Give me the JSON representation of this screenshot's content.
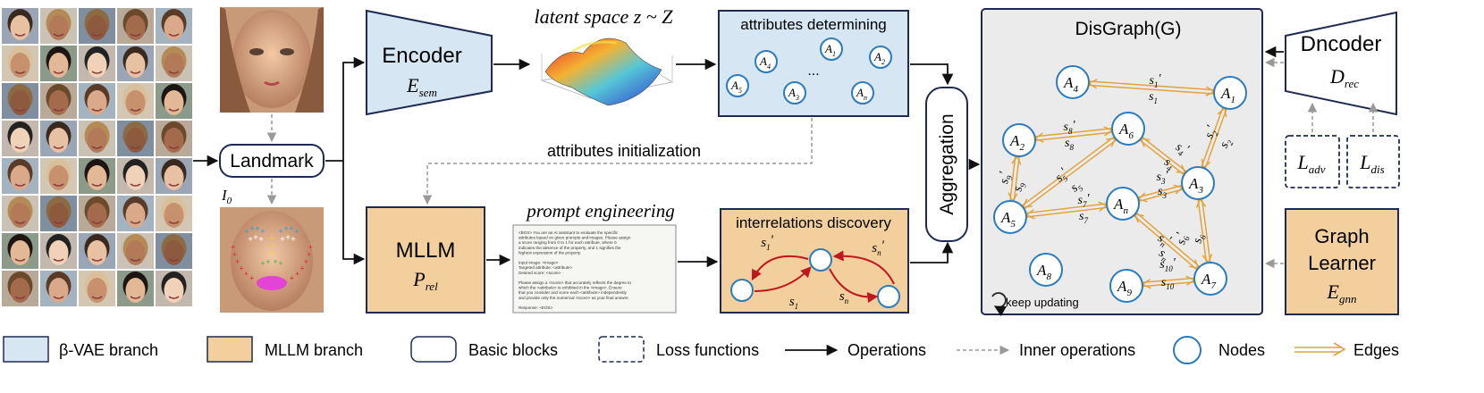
{
  "faces_label": "I",
  "faces_label_sub": "0",
  "landmark_label": "Landmark",
  "encoder": {
    "title": "Encoder",
    "symbol": "E",
    "symbol_sub": "sem"
  },
  "latent": {
    "caption": "latent space  z ~ Z"
  },
  "attributes_box": {
    "title": "attributes determining",
    "nodes": [
      "A1",
      "A2",
      "A4",
      "A5",
      "A3",
      "An"
    ],
    "ellipsis": "..."
  },
  "attr_init_label": "attributes initialization",
  "mllm": {
    "title": "MLLM",
    "symbol": "P",
    "symbol_sub": "rel"
  },
  "prompt": {
    "caption": "prompt engineering",
    "lines": [
      "<BOS> You are an AI assistant to evaluate the specific",
      "attributes based on given prompts and images. Please assign",
      "a score ranging from 0 to 1 for each attribute, where 0",
      "indicates the absence of the property, and 1 signifies the",
      "highest expression of the property.",
      "",
      "Input image: <image>",
      "Targeted attribute: <attribute>",
      "Desired score: <score>",
      "",
      "Please assign a <score> that accurately reflects the degree to",
      "which the <attribute> is exhibited in the <image>. Ensure",
      "that you consider and score each <attribute> independently",
      "and provide only the numerical <score> as your final answer.",
      "",
      "Response: <EOS>"
    ]
  },
  "interrelations": {
    "title": "interrelations  discovery",
    "labels": [
      "s1'",
      "s1",
      "sn'",
      "sn"
    ]
  },
  "aggregation_label": "Aggregation",
  "disgraph": {
    "title": "DisGraph(G)",
    "keep_updating": "keep updating",
    "nodes": [
      "A4",
      "A1",
      "A6",
      "A2",
      "A3",
      "An",
      "A5",
      "A7",
      "A8",
      "A9"
    ],
    "edge_labels": [
      "s1'",
      "s1",
      "s8'",
      "s8",
      "s2'",
      "s2",
      "s4'",
      "s4",
      "s9'",
      "s9",
      "s5'",
      "s5",
      "s3'",
      "s3",
      "s7'",
      "s7",
      "sn'",
      "sn",
      "s6'",
      "s6",
      "s10'",
      "s10"
    ]
  },
  "decoder": {
    "title": "Dncoder",
    "symbol": "D",
    "symbol_sub": "rec"
  },
  "losses": [
    {
      "symbol": "L",
      "sub": "adv"
    },
    {
      "symbol": "L",
      "sub": "dis"
    }
  ],
  "graph_learner": {
    "line1": "Graph",
    "line2": "Learner",
    "symbol": "E",
    "symbol_sub": "gnn"
  },
  "legend": [
    {
      "key": "vae",
      "label": "β-VAE branch"
    },
    {
      "key": "mllm",
      "label": "MLLM branch"
    },
    {
      "key": "basic",
      "label": "Basic blocks"
    },
    {
      "key": "loss",
      "label": "Loss functions"
    },
    {
      "key": "ops",
      "label": "Operations"
    },
    {
      "key": "inner",
      "label": "Inner operations"
    },
    {
      "key": "nodes",
      "label": "Nodes"
    },
    {
      "key": "edges",
      "label": "Edges"
    }
  ],
  "colors": {
    "vae_fill": "#d6e6f3",
    "mllm_fill": "#f3cf9e",
    "border": "#1f2a52",
    "node_stroke": "#2b7bbd",
    "edge": "#e3a23a",
    "red_arrow": "#c0171d",
    "graph_bg": "#ebebeb"
  }
}
